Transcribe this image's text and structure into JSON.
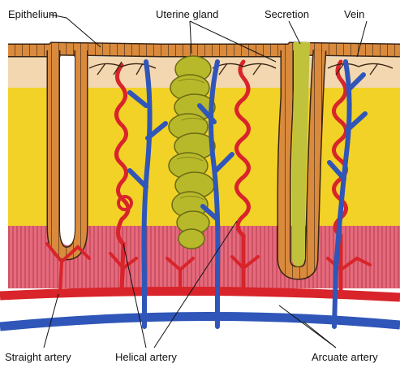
{
  "labels": {
    "epithelium": "Epithelium",
    "uterine_gland": "Uterine gland",
    "secretion": "Secretion",
    "vein": "Vein",
    "straight_artery": "Straight artery",
    "helical_artery": "Helical artery",
    "arcuate_artery": "Arcuate artery"
  },
  "colors": {
    "epithelium": "#d98a3c",
    "epithelium_outline": "#3a2412",
    "surface_band": "#f2d7b0",
    "stroma": "#f2d226",
    "basal_layer": "#e56a7c",
    "basal_stripe": "#b73a4e",
    "artery": "#d8242a",
    "vein": "#2f56b8",
    "gland": "#b7b92a",
    "secretion": "#bfc23a"
  }
}
